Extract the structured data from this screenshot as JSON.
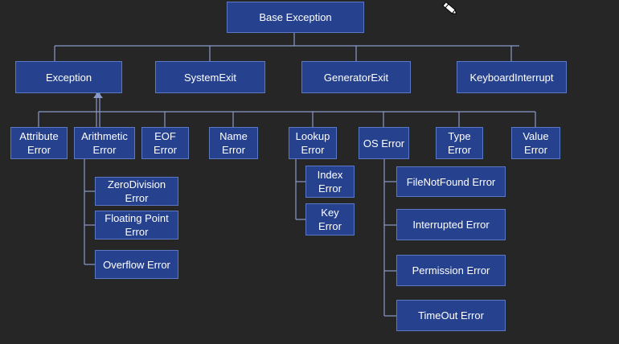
{
  "diagram": {
    "root": "Base Exception",
    "level1": [
      "Exception",
      "SystemExit",
      "GeneratorExit",
      "KeyboardInterrupt"
    ],
    "level2": [
      "Attribute\nError",
      "Arithmetic\nError",
      "EOF\nError",
      "Name\nError",
      "Lookup\nError",
      "OS Error",
      "Type\nError",
      "Value\nError"
    ],
    "arithmetic_children": [
      "ZeroDivision\nError",
      "Floating Point\nError",
      "Overflow Error"
    ],
    "lookup_children": [
      "Index\nError",
      "Key\nError"
    ],
    "os_children": [
      "FileNotFound Error",
      "Interrupted Error",
      "Permission Error",
      "TimeOut Error"
    ]
  },
  "colors": {
    "background": "#262627",
    "box_fill": "#26428f",
    "box_border": "#5b78c4",
    "connector": "#8a9bc9",
    "text": "#ffffff"
  },
  "icons": {
    "cursor": "pencil-cursor-icon"
  }
}
